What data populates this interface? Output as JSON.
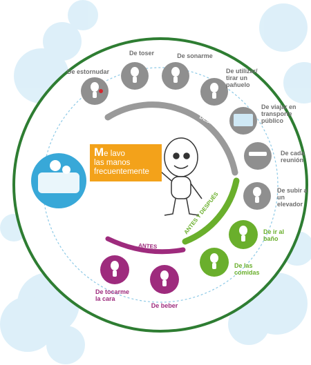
{
  "center": {
    "headline_initial": "M",
    "headline_rest": "e lavo",
    "line2": "las manos",
    "line3": "frecuentemente"
  },
  "arcs": {
    "despues": "DESPUÉS",
    "antes_y_despues": "ANTES Y DESPUÉS",
    "antes": "ANTES"
  },
  "items_despues": [
    {
      "label": "De estornudar",
      "icon": "sneezing-character-icon"
    },
    {
      "label": "De toser",
      "icon": "coughing-character-icon"
    },
    {
      "label": "De sonarme",
      "icon": "nose-blowing-character-icon"
    },
    {
      "label": "De utilizar/ tirar un pañuelo",
      "icon": "tissue-bin-character-icon"
    },
    {
      "label": "De viajar en transporte público",
      "icon": "public-transport-icon"
    },
    {
      "label": "De cada reunión",
      "icon": "meeting-icon"
    },
    {
      "label": "De subir a un elevador",
      "icon": "elevator-character-icon"
    }
  ],
  "items_antes_y_despues": [
    {
      "label": "De ir al baño",
      "icon": "toilet-character-icon"
    },
    {
      "label": "De las comidas",
      "icon": "eating-character-icon"
    }
  ],
  "items_antes": [
    {
      "label": "De beber",
      "icon": "drinking-character-icon"
    },
    {
      "label": "De tocarme la cara",
      "icon": "touching-face-character-icon"
    }
  ],
  "colors": {
    "ring": "#2e7d32",
    "despues": "#9a9a9a",
    "antes_y_despues": "#6aaf2c",
    "antes": "#9e2b7d",
    "callout": "#f3a21a",
    "bubbles": "#d6ecf7"
  }
}
